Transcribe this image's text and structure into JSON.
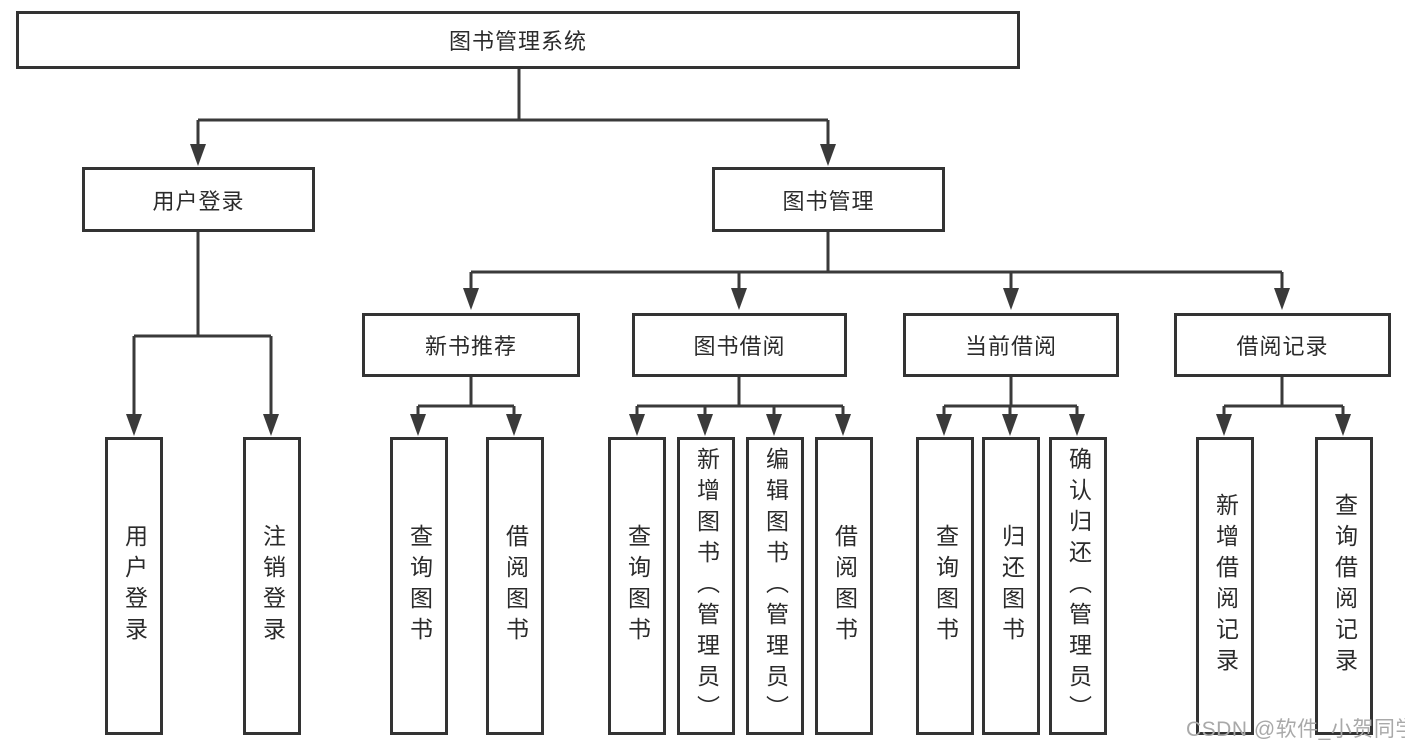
{
  "tree": {
    "root": {
      "label": "图书管理系统"
    },
    "level1": [
      {
        "label": "用户登录",
        "children": [
          {
            "label": "用户登录"
          },
          {
            "label": "注销登录"
          }
        ]
      },
      {
        "label": "图书管理",
        "children": [
          {
            "label": "新书推荐",
            "children": [
              {
                "label": "查询图书"
              },
              {
                "label": "借阅图书"
              }
            ]
          },
          {
            "label": "图书借阅",
            "children": [
              {
                "label": "查询图书"
              },
              {
                "label": "新增图书（管理员）"
              },
              {
                "label": "编辑图书（管理员）"
              },
              {
                "label": "借阅图书"
              }
            ]
          },
          {
            "label": "当前借阅",
            "children": [
              {
                "label": "查询图书"
              },
              {
                "label": "归还图书"
              },
              {
                "label": "确认归还（管理员）"
              }
            ]
          },
          {
            "label": "借阅记录",
            "children": [
              {
                "label": "新增借阅记录"
              },
              {
                "label": "查询借阅记录"
              }
            ]
          }
        ]
      }
    ]
  },
  "watermark": {
    "text": "CSDN @软件_小贺同学"
  },
  "colors": {
    "line": "#3a3a3a",
    "border": "#333333",
    "text": "#2b2b2b",
    "watermark": "#a9a9a9",
    "background": "#ffffff"
  }
}
